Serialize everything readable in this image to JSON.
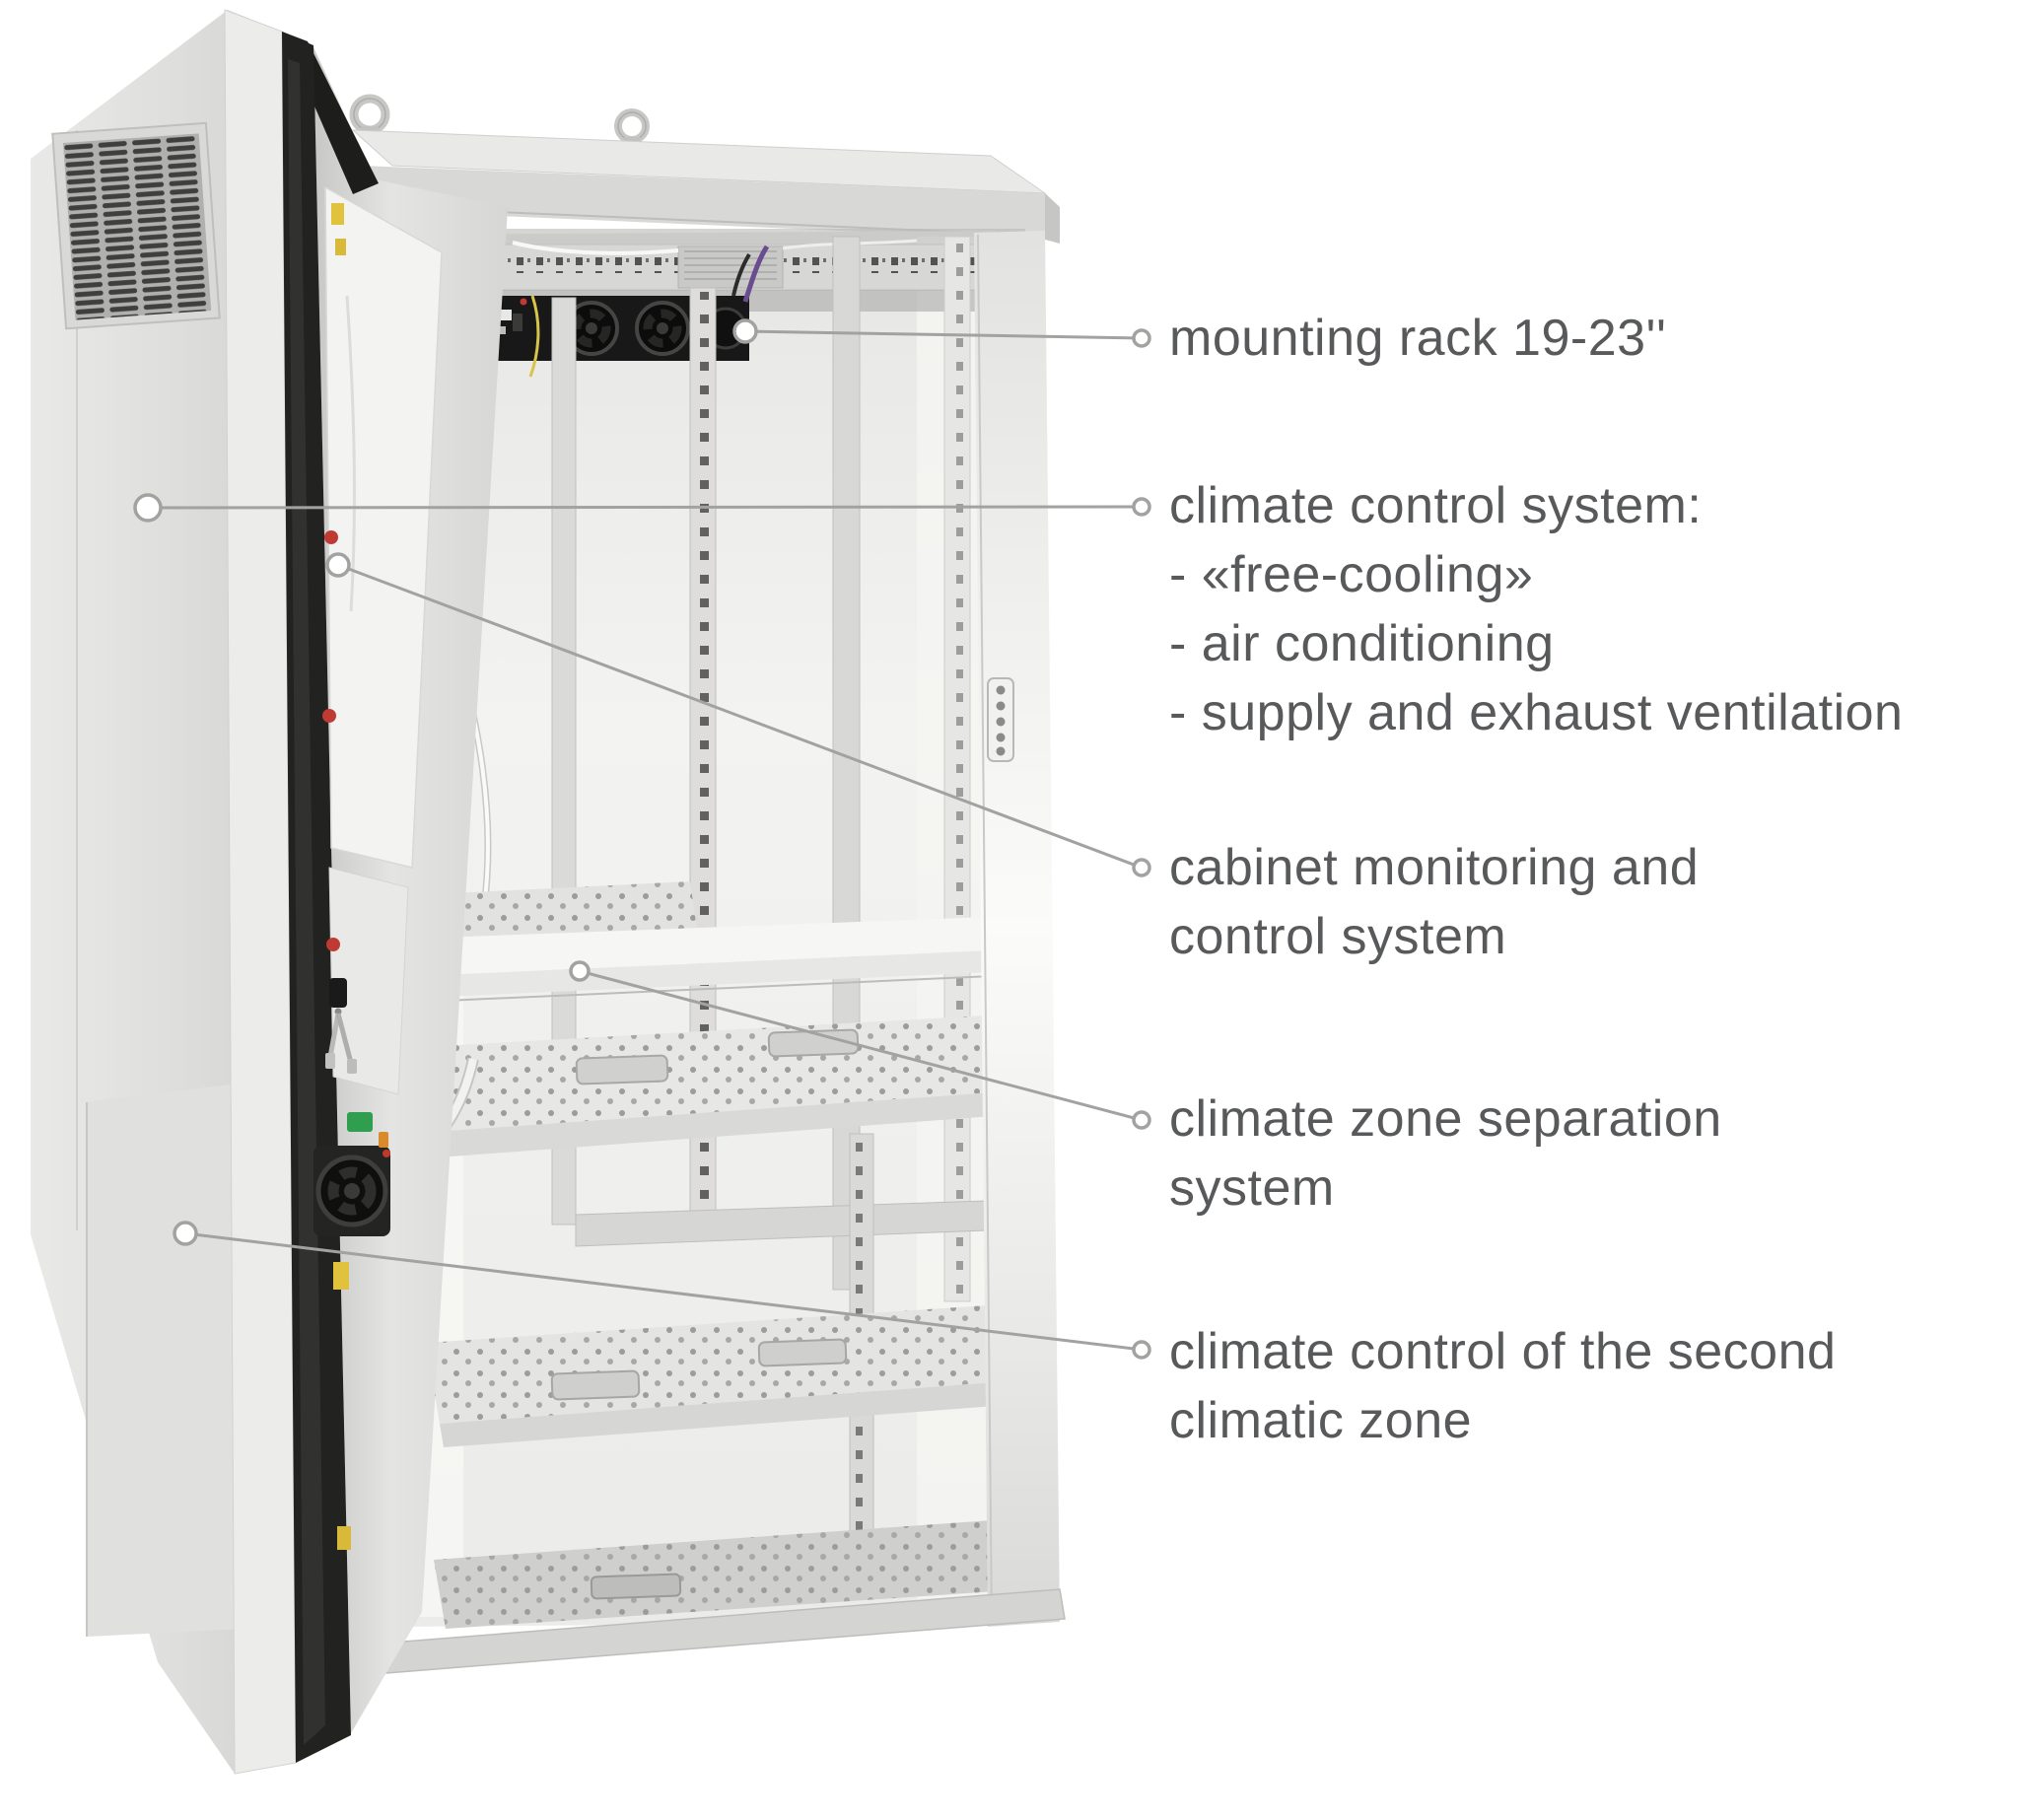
{
  "illustration": {
    "subject": "outdoor climate-controlled equipment cabinet with open door",
    "parts": [
      "mounting-rack",
      "door-mounted-heat-exchanger-grille",
      "door-monitoring-panel",
      "climate-zone-separation-shelf",
      "second-zone-climate-unit"
    ]
  },
  "colors": {
    "background": "#ffffff",
    "label_text": "#58595b",
    "leader_line": "#a2a2a0",
    "cabinet_body": "#e3e3e1",
    "cabinet_shadow": "#c9c9c7",
    "gasket_dark": "#1d1d1b",
    "interior_metal": "#efefed",
    "grille_slat": "#3f3f3d",
    "accent_red": "#c03a34",
    "accent_green": "#2f9e4f",
    "accent_yellow": "#e0c23c"
  },
  "labels": [
    {
      "name": "mounting-rack",
      "lines": [
        "mounting rack 19-23''"
      ]
    },
    {
      "name": "climate-control-system",
      "lines": [
        "climate control system:",
        "- «free-cooling»",
        "- air conditioning",
        "- supply and exhaust ventilation"
      ]
    },
    {
      "name": "cabinet-monitoring",
      "lines": [
        "cabinet monitoring and",
        "control system"
      ]
    },
    {
      "name": "climate-zone-separation",
      "lines": [
        "climate zone separation",
        "system"
      ]
    },
    {
      "name": "second-zone-climate",
      "lines": [
        "climate control of the second",
        "climatic zone"
      ]
    }
  ]
}
